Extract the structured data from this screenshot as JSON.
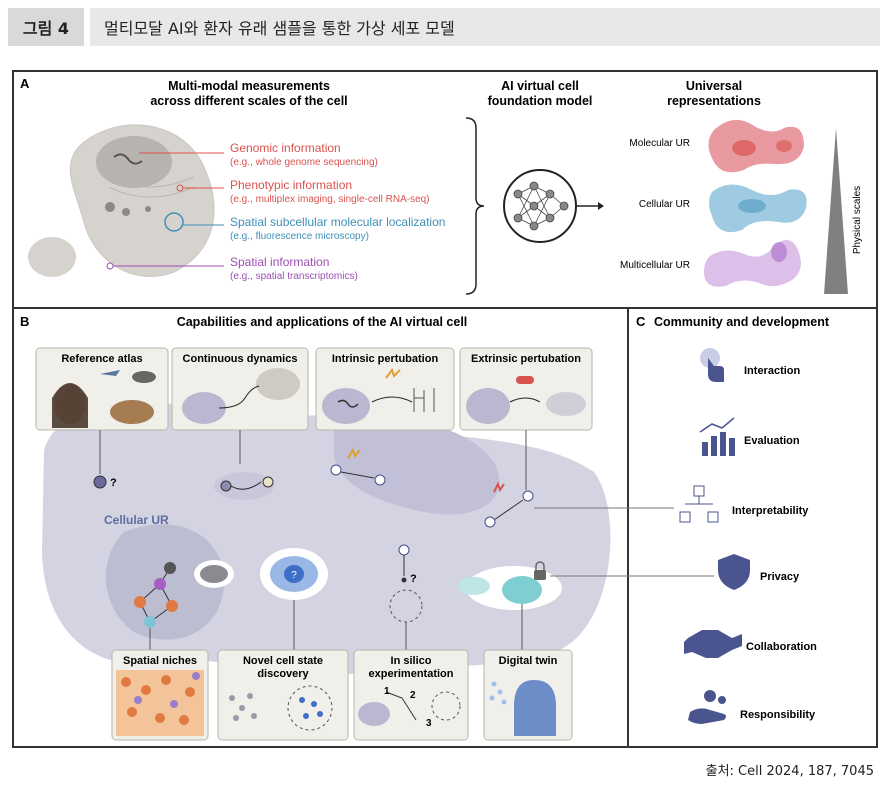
{
  "header": {
    "figure_number": "그림 4",
    "title": "멀티모달 AI와 환자 유래 샘플을 통한 가상 세포 모델"
  },
  "panel_a": {
    "letter": "A",
    "heading_left_1": "Multi-modal measurements",
    "heading_left_2": "across different scales of the cell",
    "heading_mid_1": "AI virtual cell",
    "heading_mid_2": "foundation model",
    "heading_right_1": "Universal",
    "heading_right_2": "representations",
    "info": [
      {
        "title": "Genomic information",
        "sub": "(e.g., whole genome sequencing)",
        "color": "#d9534f"
      },
      {
        "title": "Phenotypic information",
        "sub": "(e.g., multiplex imaging, single-cell RNA-seq)",
        "color": "#d9534f"
      },
      {
        "title": "Spatial subcellular molecular localization",
        "sub": "(e.g., fluorescence microscopy)",
        "color": "#3f8fb8"
      },
      {
        "title": "Spatial information",
        "sub": "(e.g., spatial transcriptomics)",
        "color": "#9b4fb3"
      }
    ],
    "reps": [
      {
        "label": "Molecular UR",
        "color": "#e0707a"
      },
      {
        "label": "Cellular UR",
        "color": "#6aaed0"
      },
      {
        "label": "Multicellular UR",
        "color": "#c08ad6"
      }
    ],
    "scale_label": "Physical scales"
  },
  "panel_b": {
    "letter": "B",
    "heading": "Capabilities and applications of the AI virtual cell",
    "top_boxes": [
      "Reference atlas",
      "Continuous dynamics",
      "Intrinsic pertubation",
      "Extrinsic pertubation"
    ],
    "bottom_boxes": [
      "Spatial niches",
      "Novel cell state",
      "discovery",
      "In silico",
      "experimentation",
      "Digital twin"
    ],
    "cellular_ur": "Cellular UR",
    "q1": "?",
    "q2": "?",
    "q3": "?",
    "steps": [
      "1",
      "2",
      "3"
    ]
  },
  "panel_c": {
    "letter": "C",
    "heading": "Community and development",
    "items": [
      "Interaction",
      "Evaluation",
      "Interpretability",
      "Privacy",
      "Collaboration",
      "Responsibility"
    ]
  },
  "source": "출처: Cell 2024, 187, 7045"
}
